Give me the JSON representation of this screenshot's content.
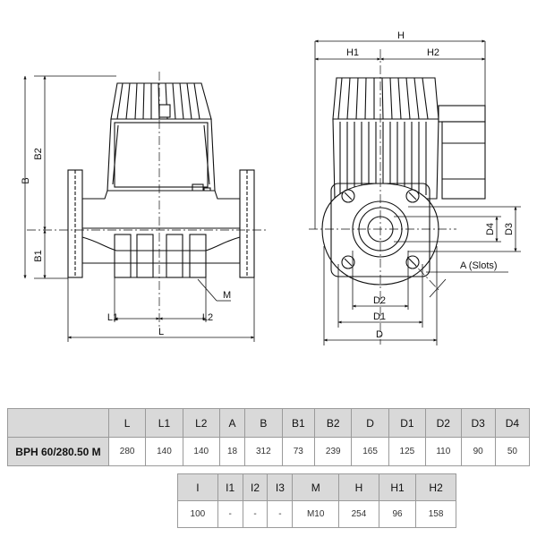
{
  "drawing": {
    "side_view": {
      "dimension_labels": {
        "B": "B",
        "B2": "B2",
        "B1": "B1",
        "L1": "L1",
        "L2": "L2",
        "L": "L",
        "M": "M"
      }
    },
    "front_view": {
      "dimension_labels": {
        "H": "H",
        "H1": "H1",
        "H2": "H2",
        "D4": "D4",
        "D3": "D3",
        "D2": "D2",
        "D1": "D1",
        "D": "D",
        "slots": "A (Slots)"
      }
    }
  },
  "spec_table": {
    "headers": [
      "L",
      "L1",
      "L2",
      "A",
      "B",
      "B1",
      "B2",
      "D",
      "D1",
      "D2",
      "D3",
      "D4"
    ],
    "model": "BPH 60/280.50 M",
    "values": [
      "280",
      "140",
      "140",
      "18",
      "312",
      "73",
      "239",
      "165",
      "125",
      "110",
      "90",
      "50"
    ]
  },
  "extra_table": {
    "headers": [
      "I",
      "I1",
      "I2",
      "I3",
      "M",
      "H",
      "H1",
      "H2"
    ],
    "values": [
      "100",
      "-",
      "-",
      "-",
      "M10",
      "254",
      "96",
      "158"
    ]
  }
}
